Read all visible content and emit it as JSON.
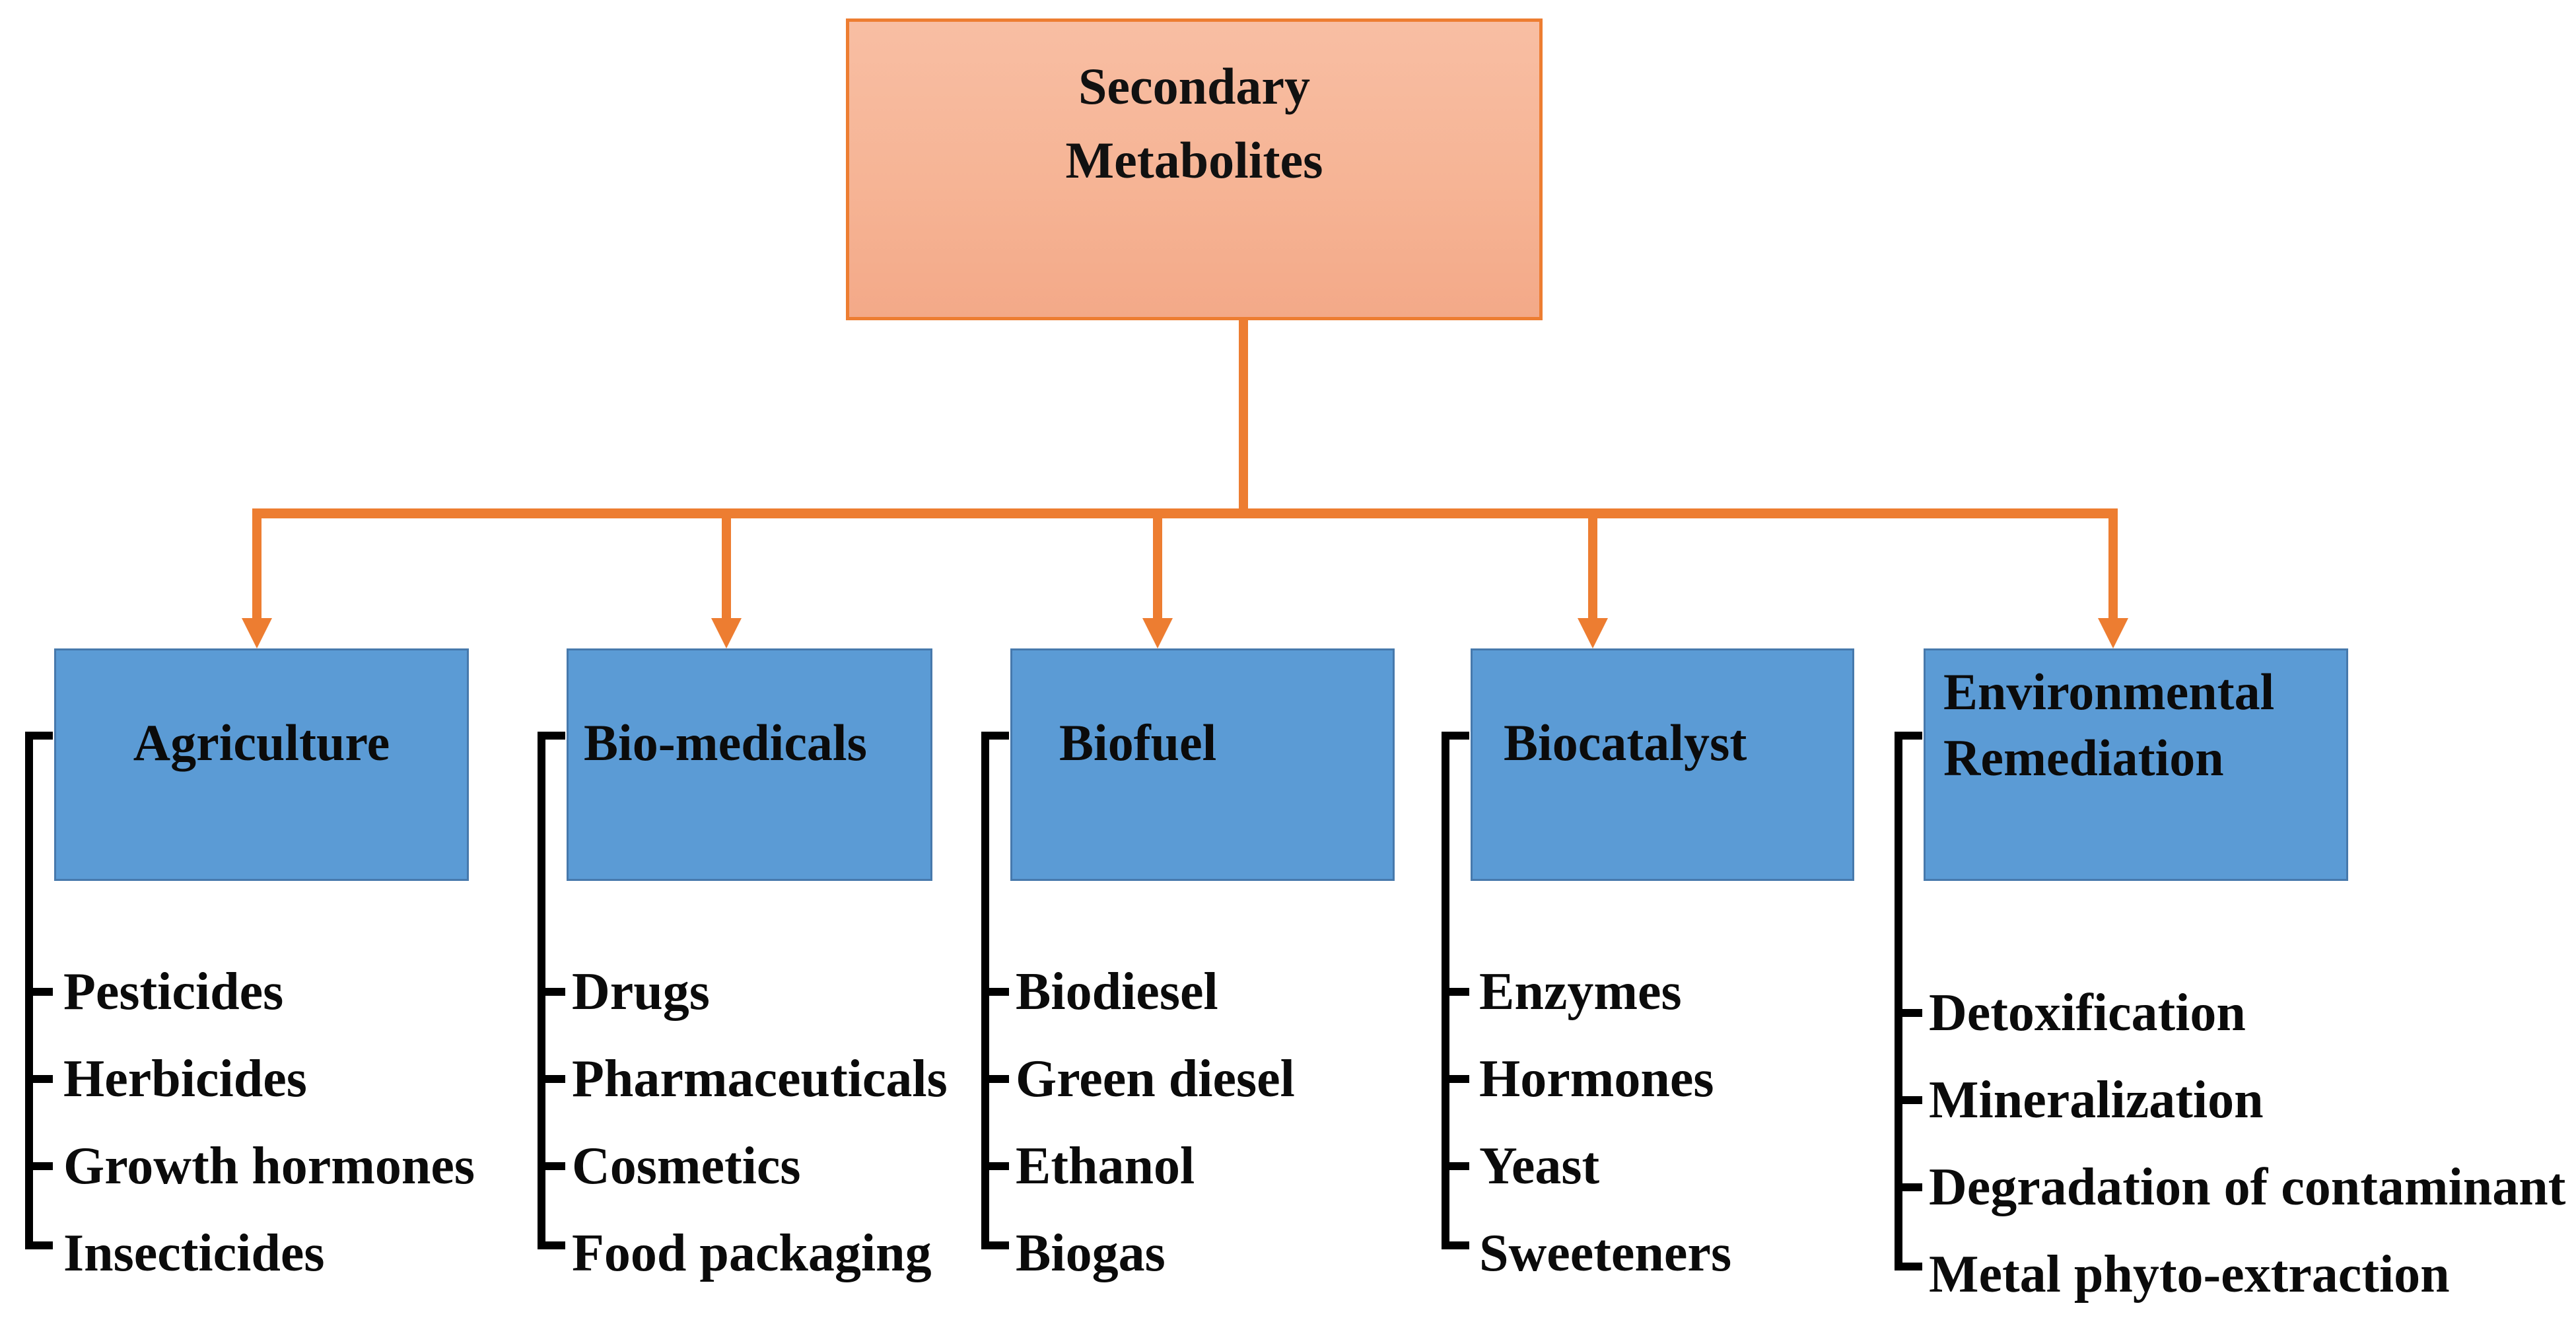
{
  "root": {
    "line1": "Secondary",
    "line2": "Metabolites"
  },
  "columns": [
    {
      "title": "Agriculture",
      "items": [
        "Pesticides",
        "Herbicides",
        "Growth hormones",
        "Insecticides"
      ]
    },
    {
      "title": "Bio-medicals",
      "items": [
        "Drugs",
        "Pharmaceuticals",
        "Cosmetics",
        "Food packaging"
      ]
    },
    {
      "title": "Biofuel",
      "items": [
        "Biodiesel",
        "Green diesel",
        "Ethanol",
        "Biogas"
      ]
    },
    {
      "title": "Biocatalyst",
      "items": [
        "Enzymes",
        "Hormones",
        "Yeast",
        "Sweeteners"
      ]
    },
    {
      "title_line1": "Environmental",
      "title_line2": "Remediation",
      "items": [
        "Detoxification",
        "Mineralization",
        "Degradation of contaminant",
        "Metal phyto-extraction"
      ]
    }
  ],
  "colors": {
    "connector_orange": "#ED7D31",
    "root_fill_top": "#F8BEA3",
    "root_fill_bottom": "#F3A988",
    "category_fill_blue": "#5B9BD5",
    "category_border_blue": "#4779AC",
    "bracket_black": "#000000",
    "text_black": "#0B0B0B"
  }
}
